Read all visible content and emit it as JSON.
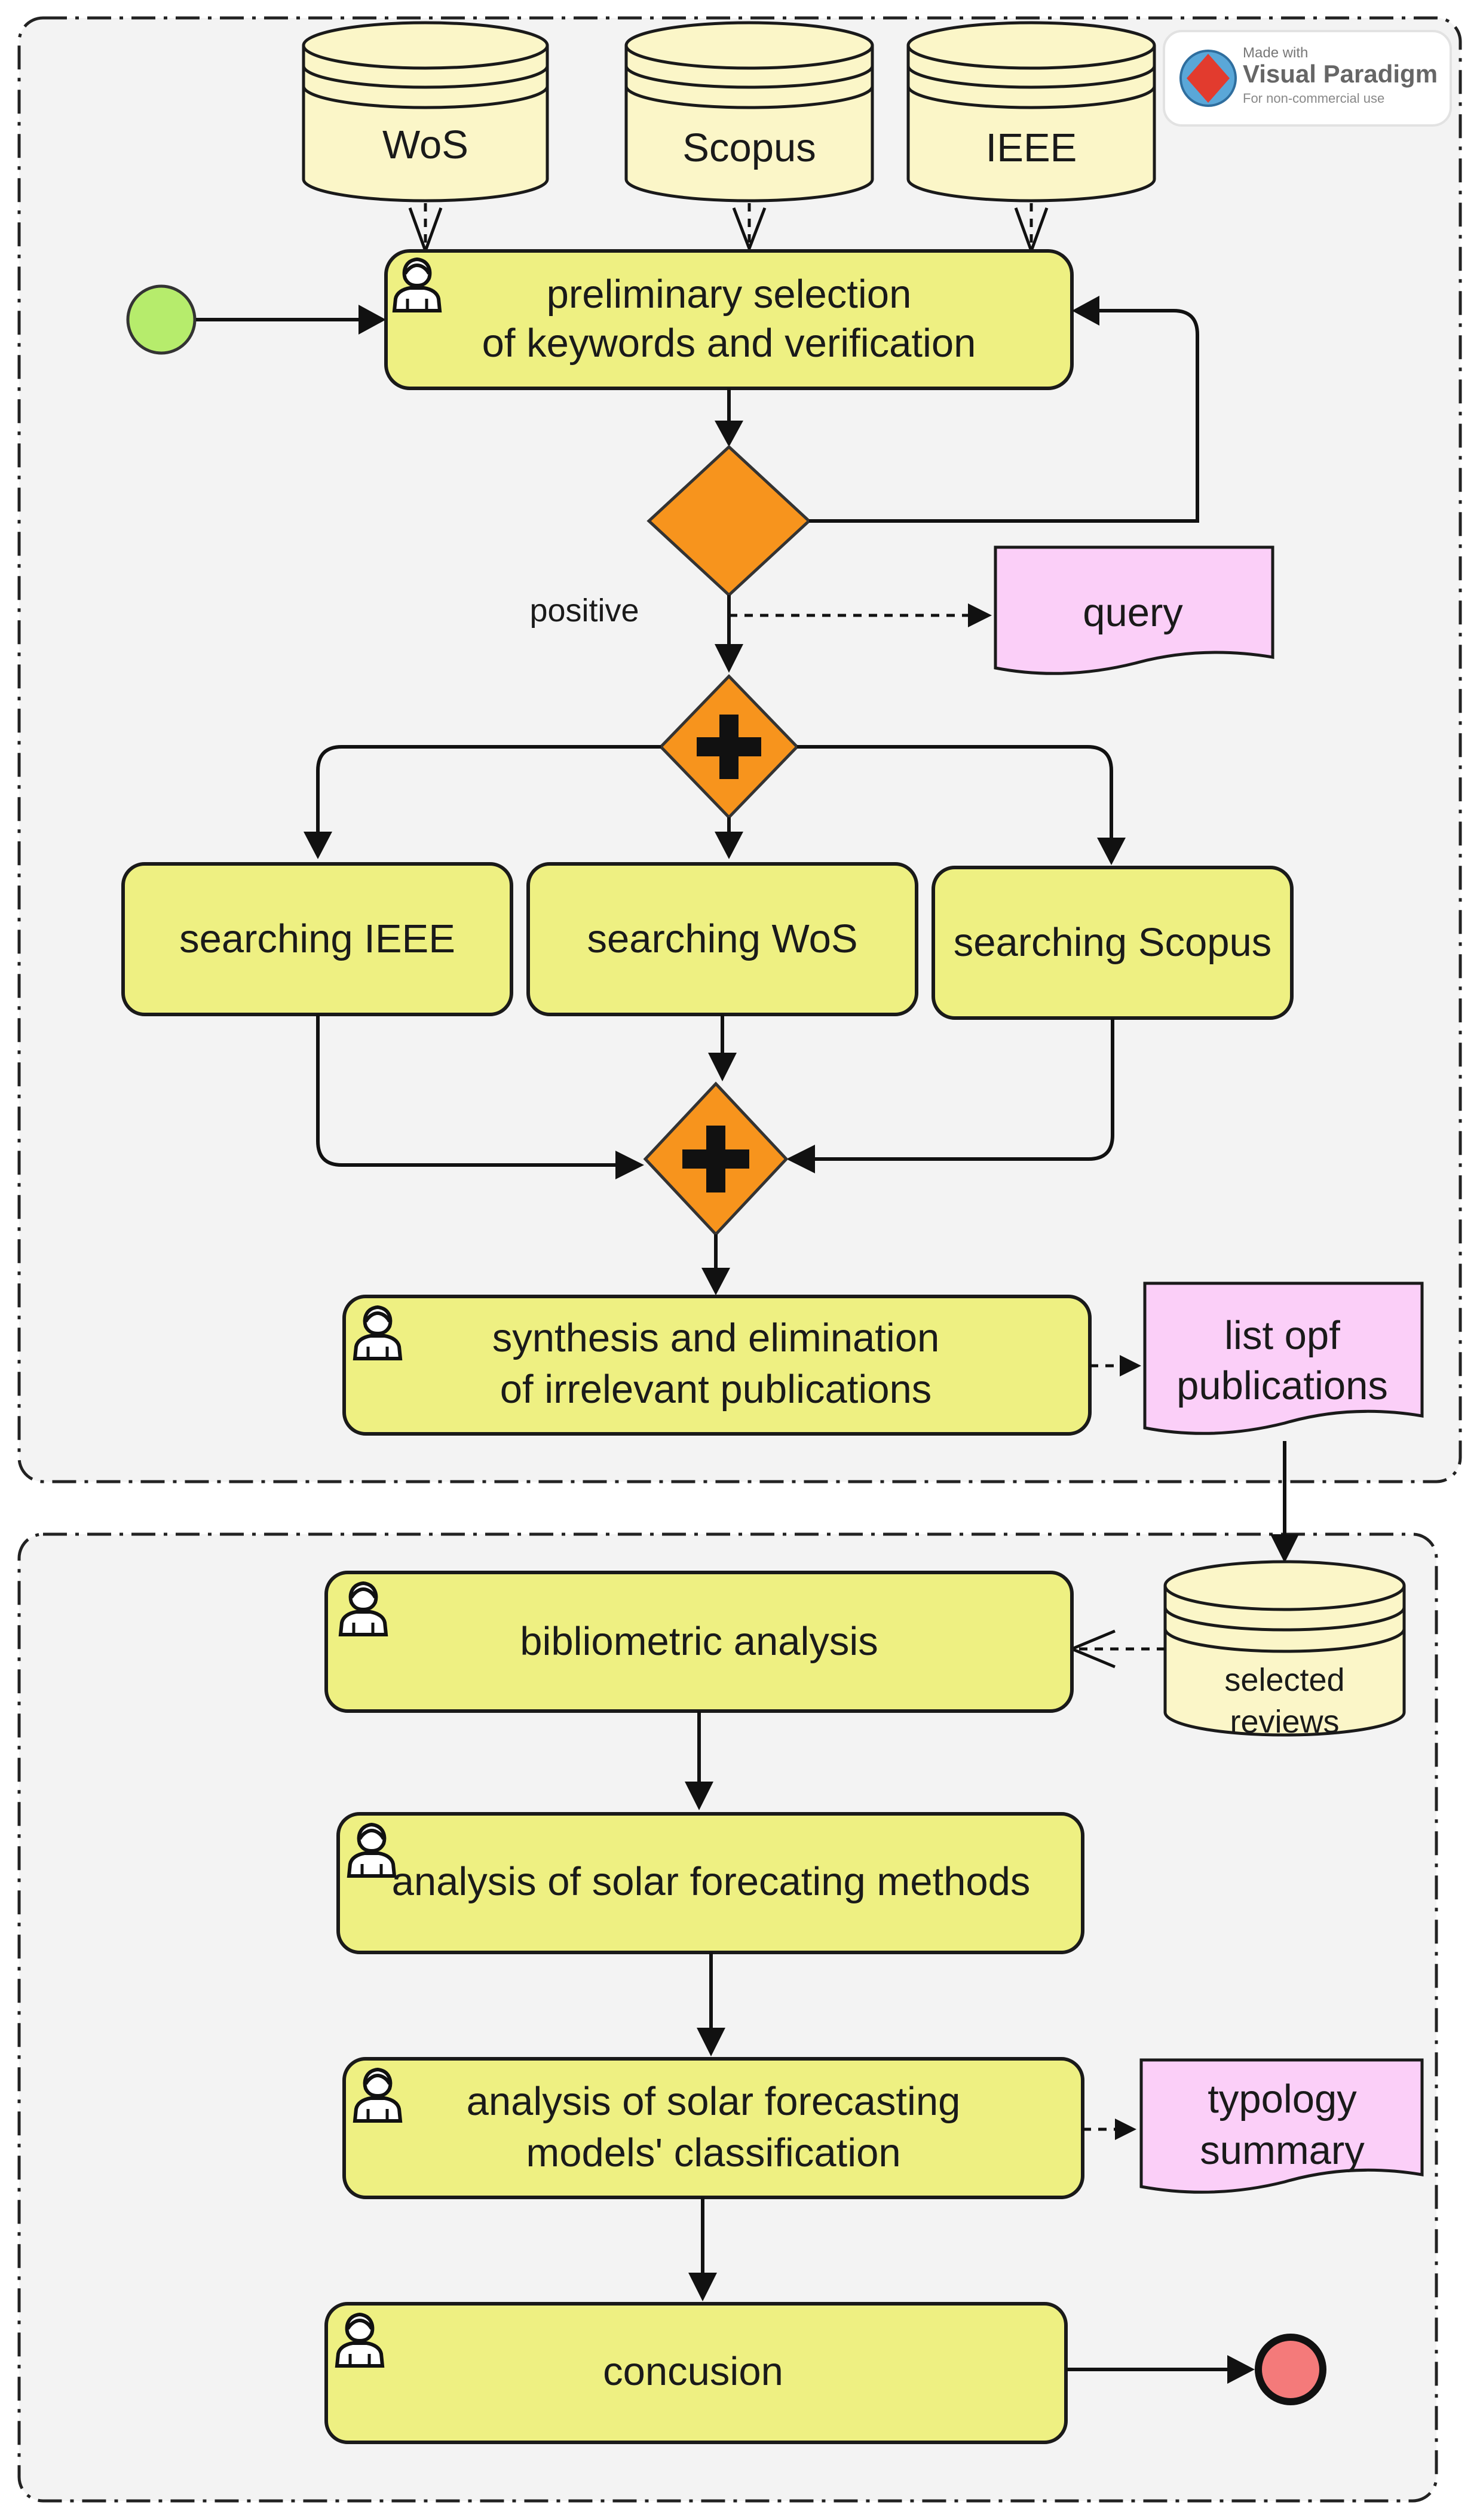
{
  "watermark": {
    "made_with": "Made with",
    "brand": "Visual Paradigm",
    "note": "For non-commercial use"
  },
  "datastores": {
    "wos": "WoS",
    "scopus": "Scopus",
    "ieee": "IEEE",
    "selected_reviews_line1": "selected",
    "selected_reviews_line2": "reviews"
  },
  "tasks": {
    "preliminary_line1": "preliminary selection",
    "preliminary_line2": "of keywords and verification",
    "search_ieee": "searching IEEE",
    "search_wos": "searching WoS",
    "search_scopus": "searching Scopus",
    "synthesis_line1": "synthesis and elimination",
    "synthesis_line2": "of irrelevant publications",
    "bibliometric": "bibliometric analysis",
    "methods": "analysis of solar forecating methods",
    "classification_line1": "analysis of solar forecasting",
    "classification_line2": "models' classification",
    "conclusion": "concusion"
  },
  "gateway_label": "positive",
  "documents": {
    "query": "query",
    "list_line1": "list opf",
    "list_line2": "publications",
    "typology_line1": "typology",
    "typology_line2": "summary"
  },
  "colors": {
    "task_fill": "#eef082",
    "gateway_fill": "#f7941d",
    "document_fill": "#fbcff8",
    "start_event": "#b6ec6c",
    "end_event": "#f47a7a"
  }
}
